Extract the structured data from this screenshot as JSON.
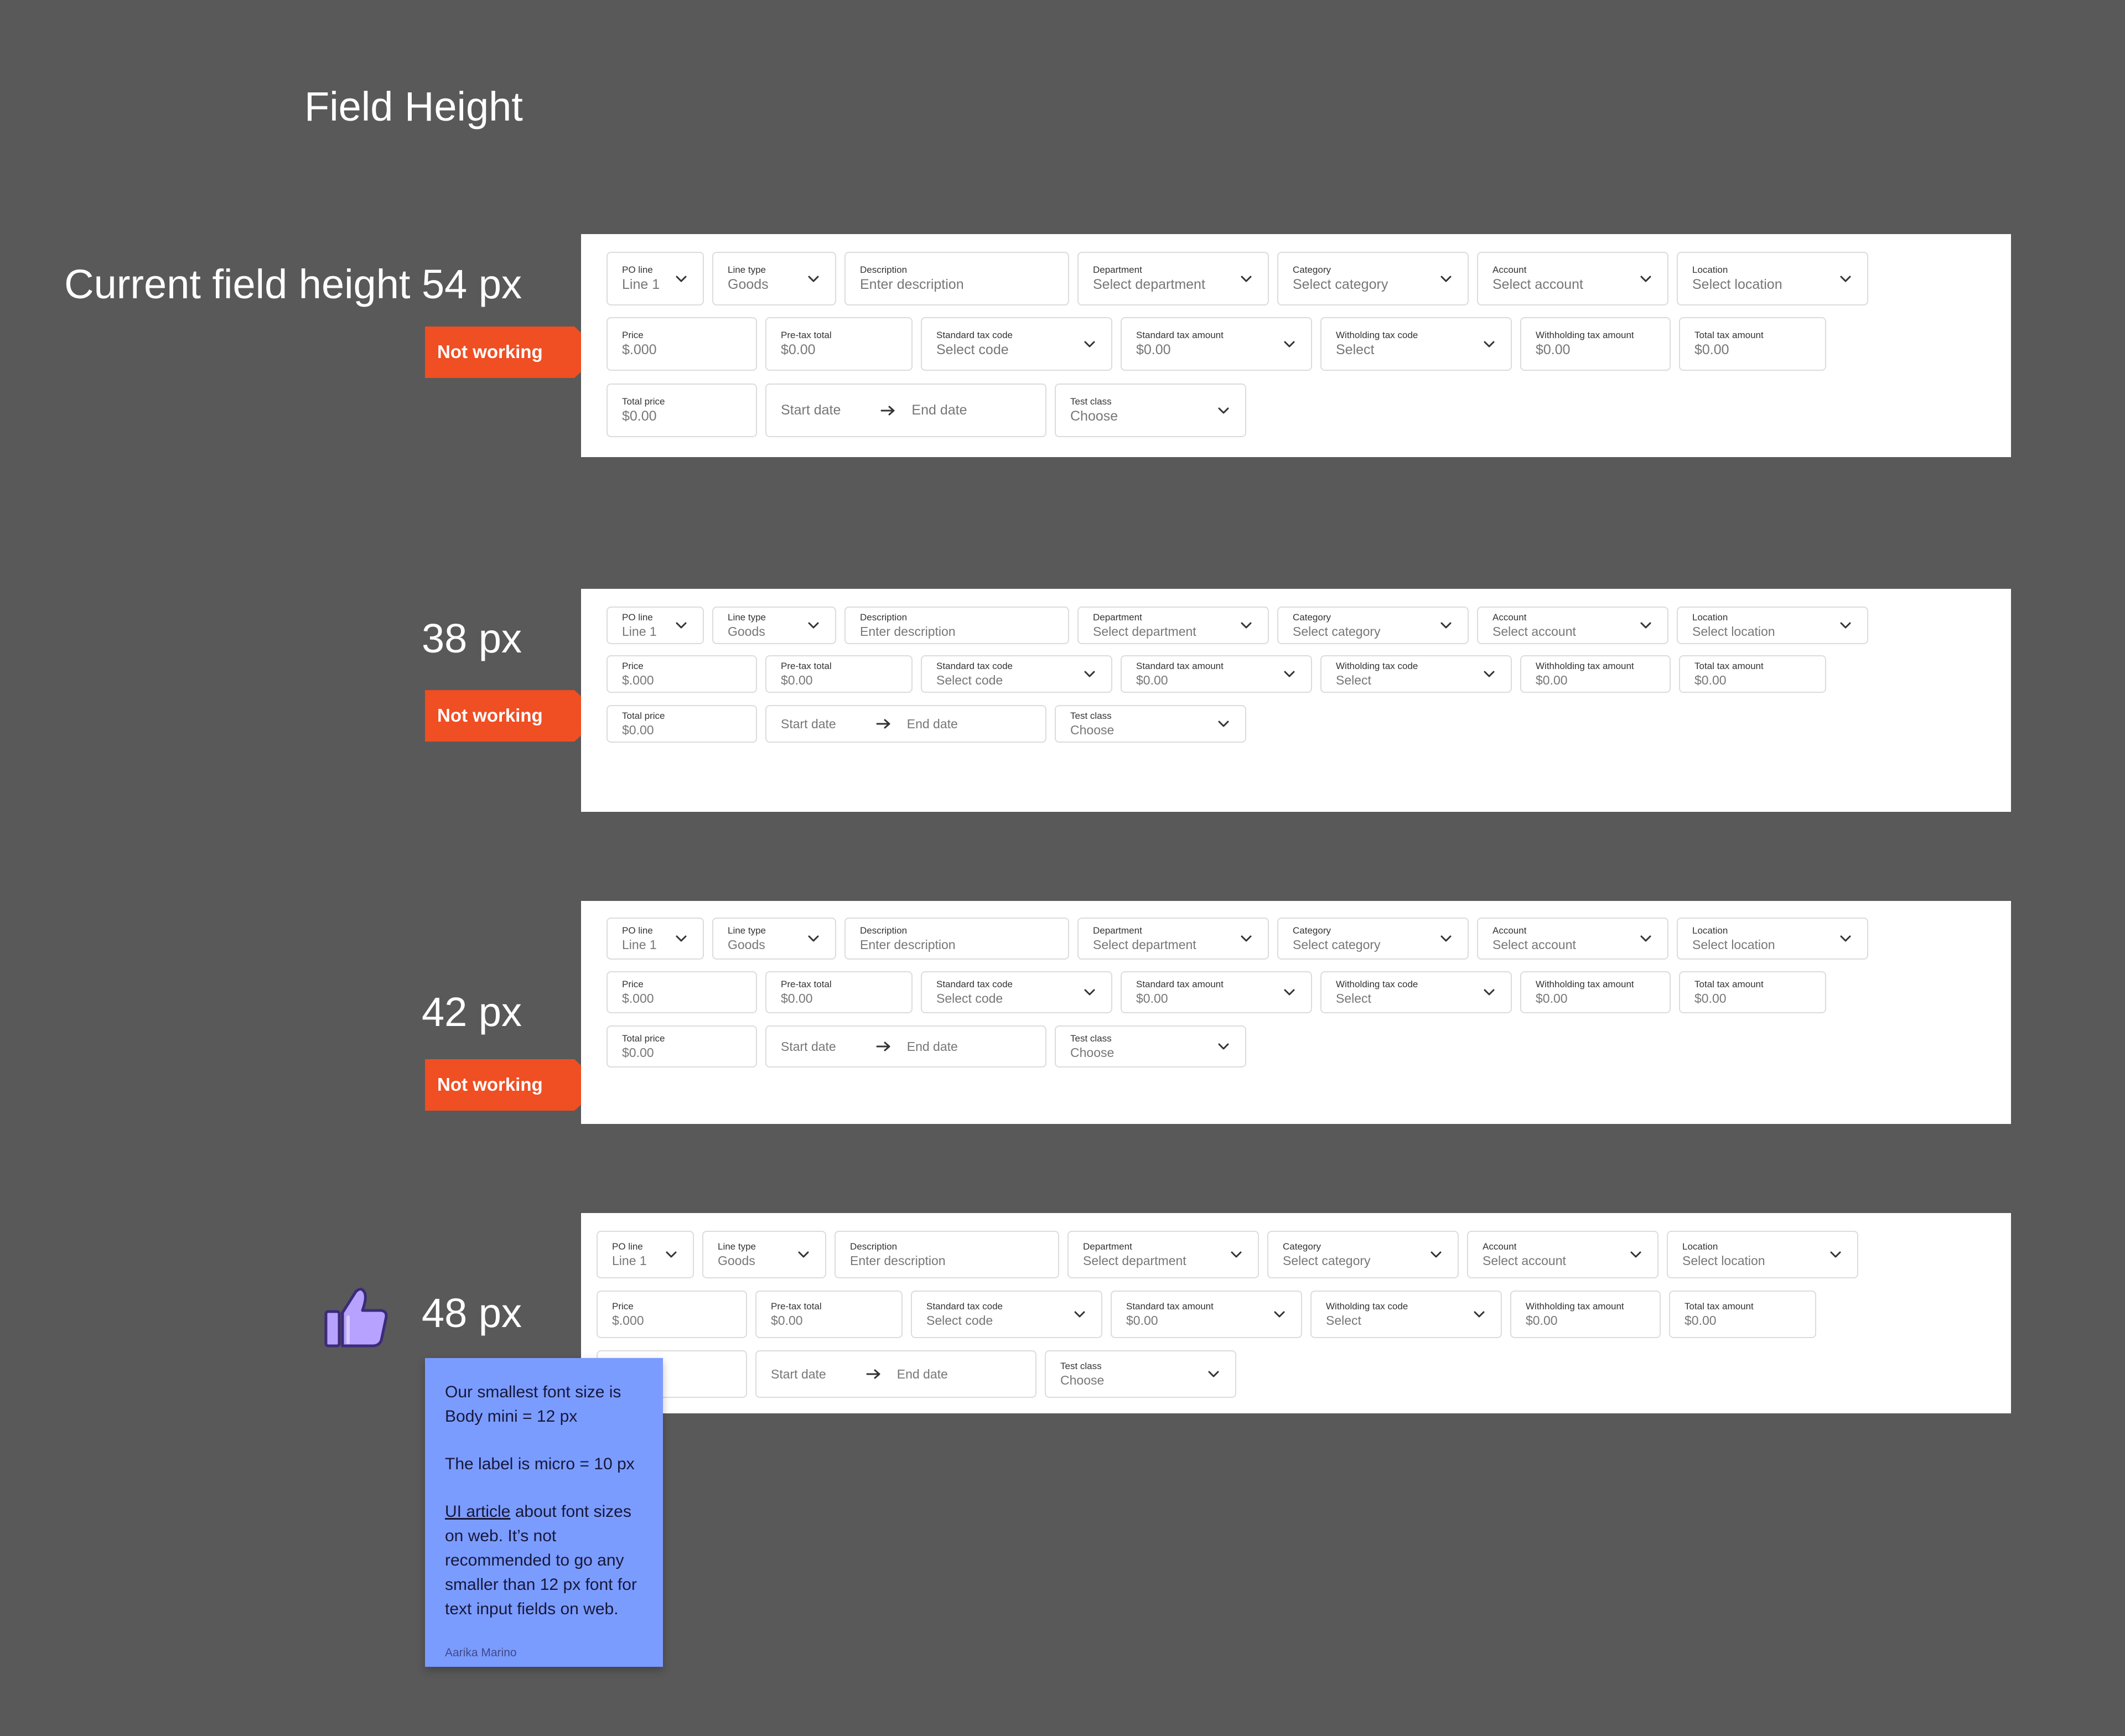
{
  "title": "Field Height",
  "callout_text": "Not working",
  "sections": [
    {
      "label": "Current field height 54 px",
      "status": "Not working"
    },
    {
      "label": "38 px",
      "status": "Not working"
    },
    {
      "label": "42 px",
      "status": "Not working"
    },
    {
      "label": "48 px",
      "status": "approved",
      "icon": "thumbs-up-icon"
    }
  ],
  "fields": {
    "po_line": {
      "label": "PO line",
      "value": "Line 1"
    },
    "line_type": {
      "label": "Line type",
      "value": "Goods"
    },
    "description": {
      "label": "Description",
      "placeholder": "Enter description"
    },
    "department": {
      "label": "Department",
      "placeholder": "Select department"
    },
    "category": {
      "label": "Category",
      "placeholder": "Select category"
    },
    "account": {
      "label": "Account",
      "placeholder": "Select account"
    },
    "location": {
      "label": "Location",
      "placeholder": "Select location"
    },
    "price": {
      "label": "Price",
      "value": "$.000"
    },
    "pretax_total": {
      "label": "Pre-tax total",
      "value": "$0.00"
    },
    "std_tax_code": {
      "label": "Standard tax code",
      "placeholder": "Select code"
    },
    "std_tax_amount": {
      "label": "Standard tax amount",
      "value": "$0.00"
    },
    "wh_tax_code": {
      "label": "Witholding tax code",
      "placeholder": "Select"
    },
    "wh_tax_amount": {
      "label": "Withholding tax amount",
      "value": "$0.00"
    },
    "total_tax_amount": {
      "label": "Total tax amount",
      "value": "$0.00"
    },
    "total_price": {
      "label": "Total price",
      "value": "$0.00"
    },
    "start_date": {
      "placeholder": "Start date"
    },
    "end_date": {
      "placeholder": "End date"
    },
    "test_class": {
      "label": "Test class",
      "placeholder": "Choose"
    }
  },
  "note": {
    "line1": "Our smallest font size is Body mini = 12 px",
    "line2": "The label is micro = 10 px",
    "link_text": "UI article",
    "line3_rest": " about font sizes on web. It’s not recommended to go any smaller than 12 px font for text input fields on web.",
    "author": "Aarika Marino",
    "color": "#7b9cff"
  },
  "colors": {
    "background": "#595959",
    "callout": "#f04e23",
    "panel": "#ffffff"
  }
}
